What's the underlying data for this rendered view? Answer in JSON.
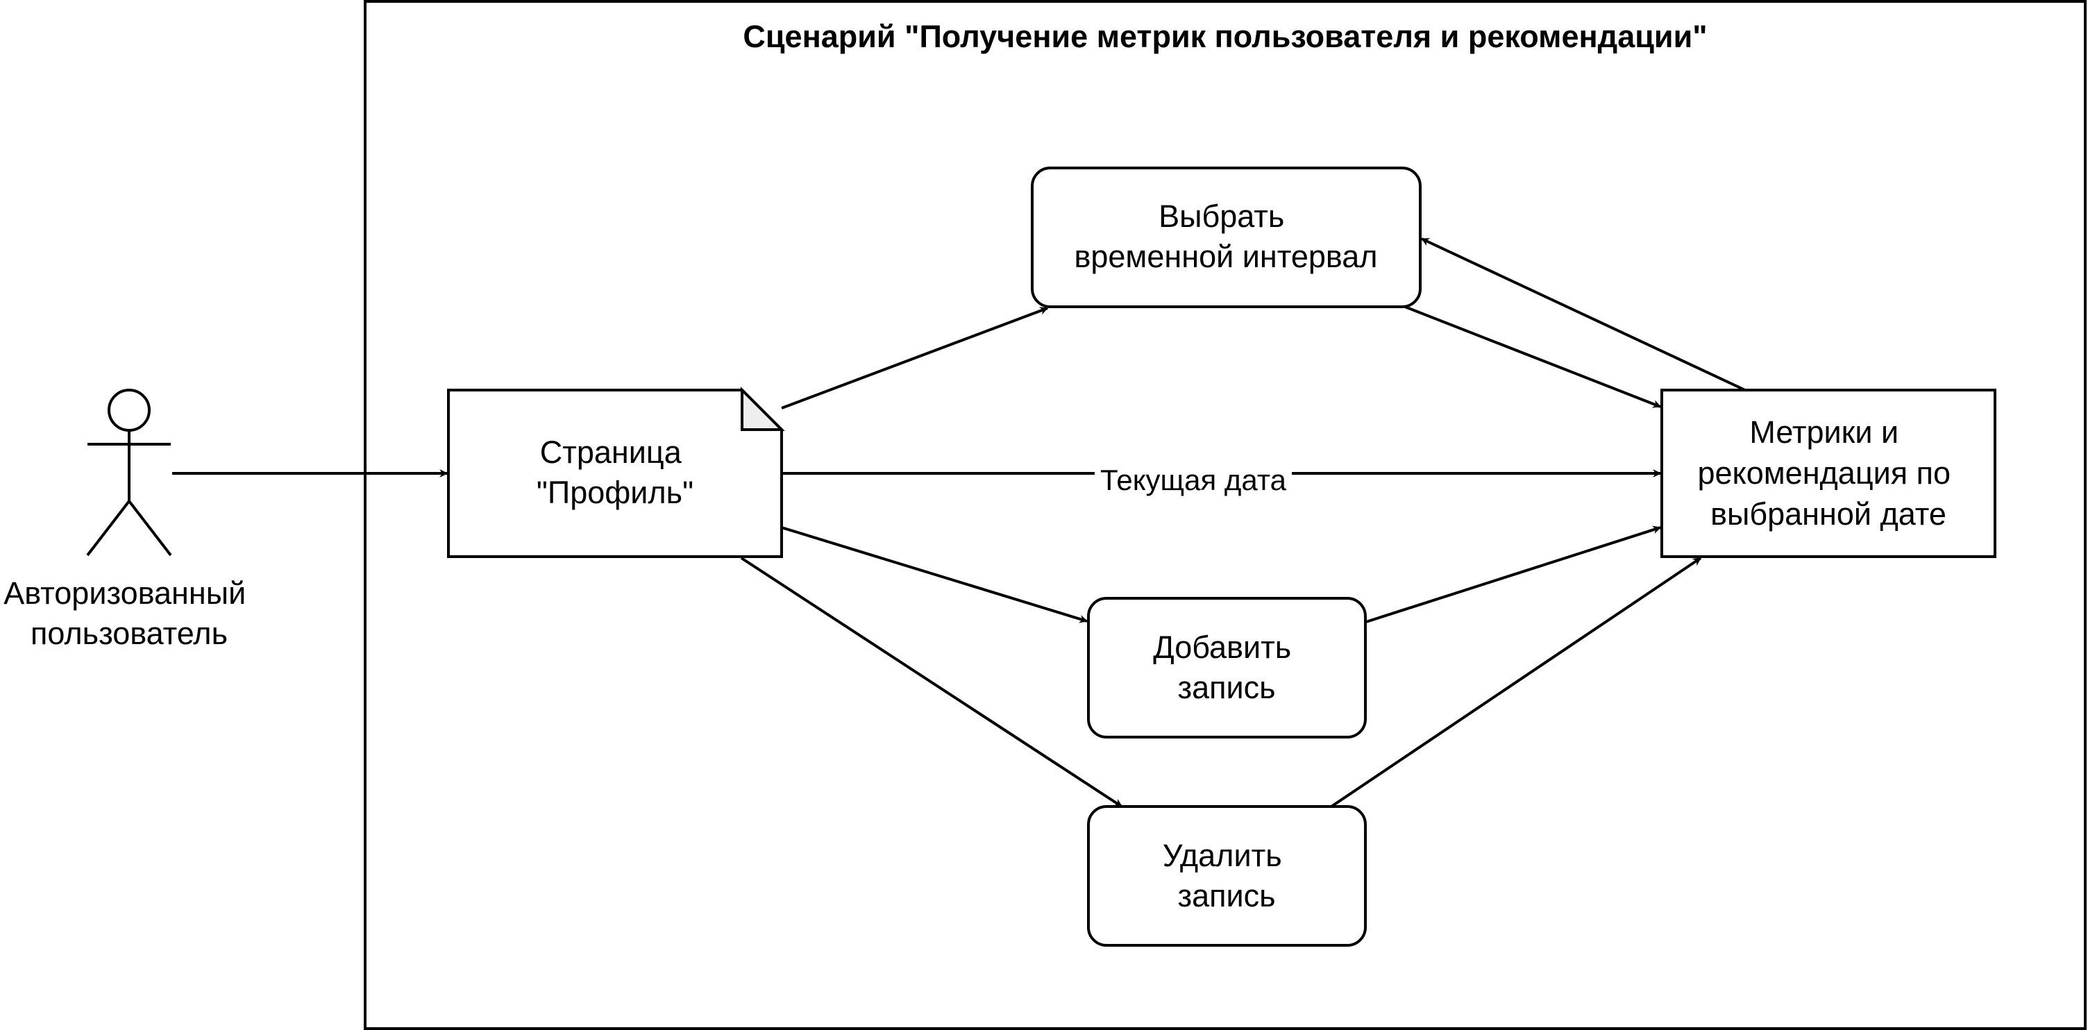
{
  "diagram": {
    "title": "Сценарий \"Получение метрик пользователя и рекомендации\"",
    "actor": {
      "label_line1": "Авторизованный",
      "label_line2": "пользователь"
    },
    "nodes": {
      "profile": {
        "line1": "Страница",
        "line2": "\"Профиль\""
      },
      "interval": {
        "line1": "Выбрать",
        "line2": "временной интервал"
      },
      "metrics": {
        "line1": "Метрики и",
        "line2": "рекомендация по",
        "line3": "выбранной дате"
      },
      "add": {
        "line1": "Добавить",
        "line2": "запись"
      },
      "delete": {
        "line1": "Удалить",
        "line2": "запись"
      }
    },
    "edges": {
      "current_date_label": "Текущая дата"
    }
  }
}
